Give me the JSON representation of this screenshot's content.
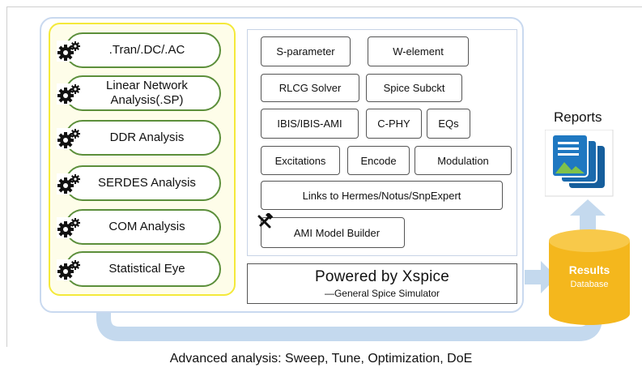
{
  "analyses": [
    {
      "label": ".Tran/.DC/.AC"
    },
    {
      "label": "Linear Network Analysis(.SP)"
    },
    {
      "label": "DDR Analysis"
    },
    {
      "label": "SERDES Analysis"
    },
    {
      "label": "COM Analysis"
    },
    {
      "label": "Statistical Eye"
    }
  ],
  "features": {
    "s_parameter": "S-parameter",
    "w_element": "W-element",
    "rlcg_solver": "RLCG Solver",
    "spice_subckt": "Spice Subckt",
    "ibis_ami": "IBIS/IBIS-AMI",
    "c_phy": "C-PHY",
    "eqs": "EQs",
    "excitations": "Excitations",
    "encode": "Encode",
    "modulation": "Modulation",
    "links": "Links to Hermes/Notus/SnpExpert",
    "ami_builder": "AMI Model Builder"
  },
  "xspice": {
    "title": "Powered by Xspice",
    "subtitle": "—General Spice Simulator"
  },
  "reports": {
    "label": "Reports"
  },
  "results": {
    "title": "Results",
    "subtitle": "Database"
  },
  "caption": "Advanced analysis: Sweep, Tune, Optimization, DoE",
  "colors": {
    "pill_border": "#5c8f3b",
    "yellow_panel_border": "#f4e93a",
    "arrow": "#c4d9ee",
    "database": "#f4b71d",
    "reports_doc": "#1f78c1"
  }
}
